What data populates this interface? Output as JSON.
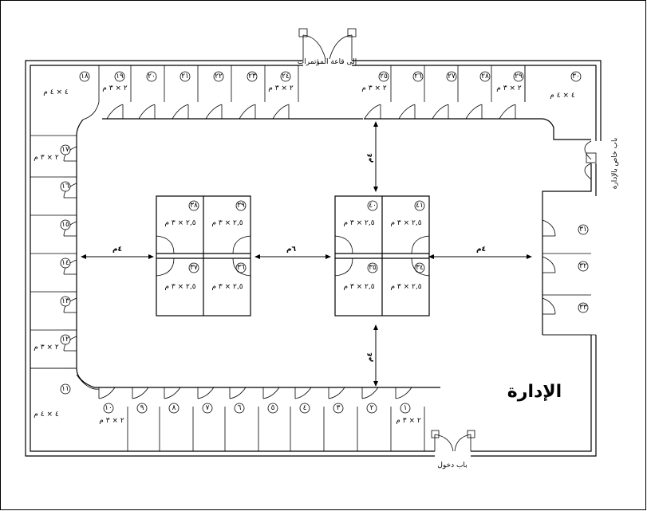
{
  "title": "الإدارة",
  "labels": {
    "conference": "إلى قاعة المؤتمرات",
    "admin_door": "باب خاص بالإدارة",
    "entrance": "باب دخول"
  },
  "dimensions": {
    "top": "٤م",
    "left": "٤م",
    "middle": "٦م",
    "right": "٤م",
    "bottom": "٤م"
  },
  "unit_labels": {
    "large": "٤ × ٤ م",
    "small": "٢ × ٣ م",
    "booth": "٢,٥ × ٣ م"
  },
  "top_left_rooms": [
    "١٨",
    "١٩",
    "٢٠",
    "٢١",
    "٢٢",
    "٢٣",
    "٢٤"
  ],
  "top_right_rooms": [
    "٢٥",
    "٢٦",
    "٢٧",
    "٢٨",
    "٢٩",
    "٣٠"
  ],
  "left_rooms": [
    "١٧",
    "١٦",
    "١٥",
    "١٤",
    "١٣",
    "١٢",
    "١١"
  ],
  "bottom_rooms": [
    "١٠",
    "٩",
    "٨",
    "٧",
    "٦",
    "٥",
    "٤",
    "٣",
    "٢",
    "١"
  ],
  "right_rooms": [
    "٣١",
    "٣٢",
    "٣٣"
  ],
  "left_island": [
    "٣٨",
    "٣٩",
    "٣٧",
    "٣٦"
  ],
  "right_island": [
    "٤٠",
    "٤١",
    "٣٥",
    "٣٤"
  ]
}
